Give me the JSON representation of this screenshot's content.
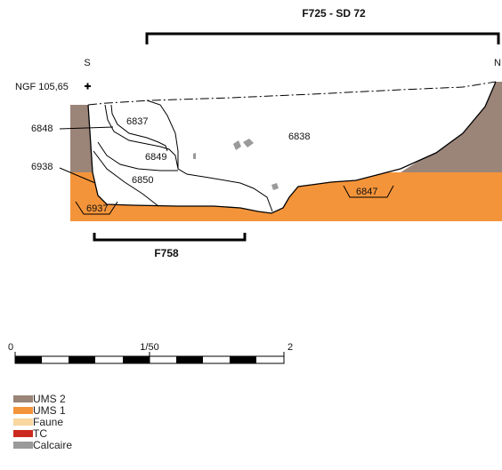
{
  "section": {
    "title": "F725 - SD 72",
    "subtitle": "F758",
    "south_label": "S",
    "north_label": "N",
    "reference": "NGF 105,65"
  },
  "units": {
    "u6837": "6837",
    "u6838": "6838",
    "u6848": "6848",
    "u6849": "6849",
    "u6938": "6938",
    "u6850": "6850",
    "u6937": "6937",
    "u6847": "6847"
  },
  "scale": {
    "start": "0",
    "middle": "1/50",
    "end": "2"
  },
  "legend": [
    {
      "label": "UMS 2",
      "color": "#9b8478"
    },
    {
      "label": "UMS 1",
      "color": "#f4943a"
    },
    {
      "label": "Faune",
      "color": "#fad7a0"
    },
    {
      "label": "TC",
      "color": "#cc2a1f"
    },
    {
      "label": "Calcaire",
      "color": "#9a9a9a"
    }
  ],
  "colors": {
    "ums2": "#9b8478",
    "ums1": "#f4943a",
    "calcaire": "#9a9a9a"
  }
}
